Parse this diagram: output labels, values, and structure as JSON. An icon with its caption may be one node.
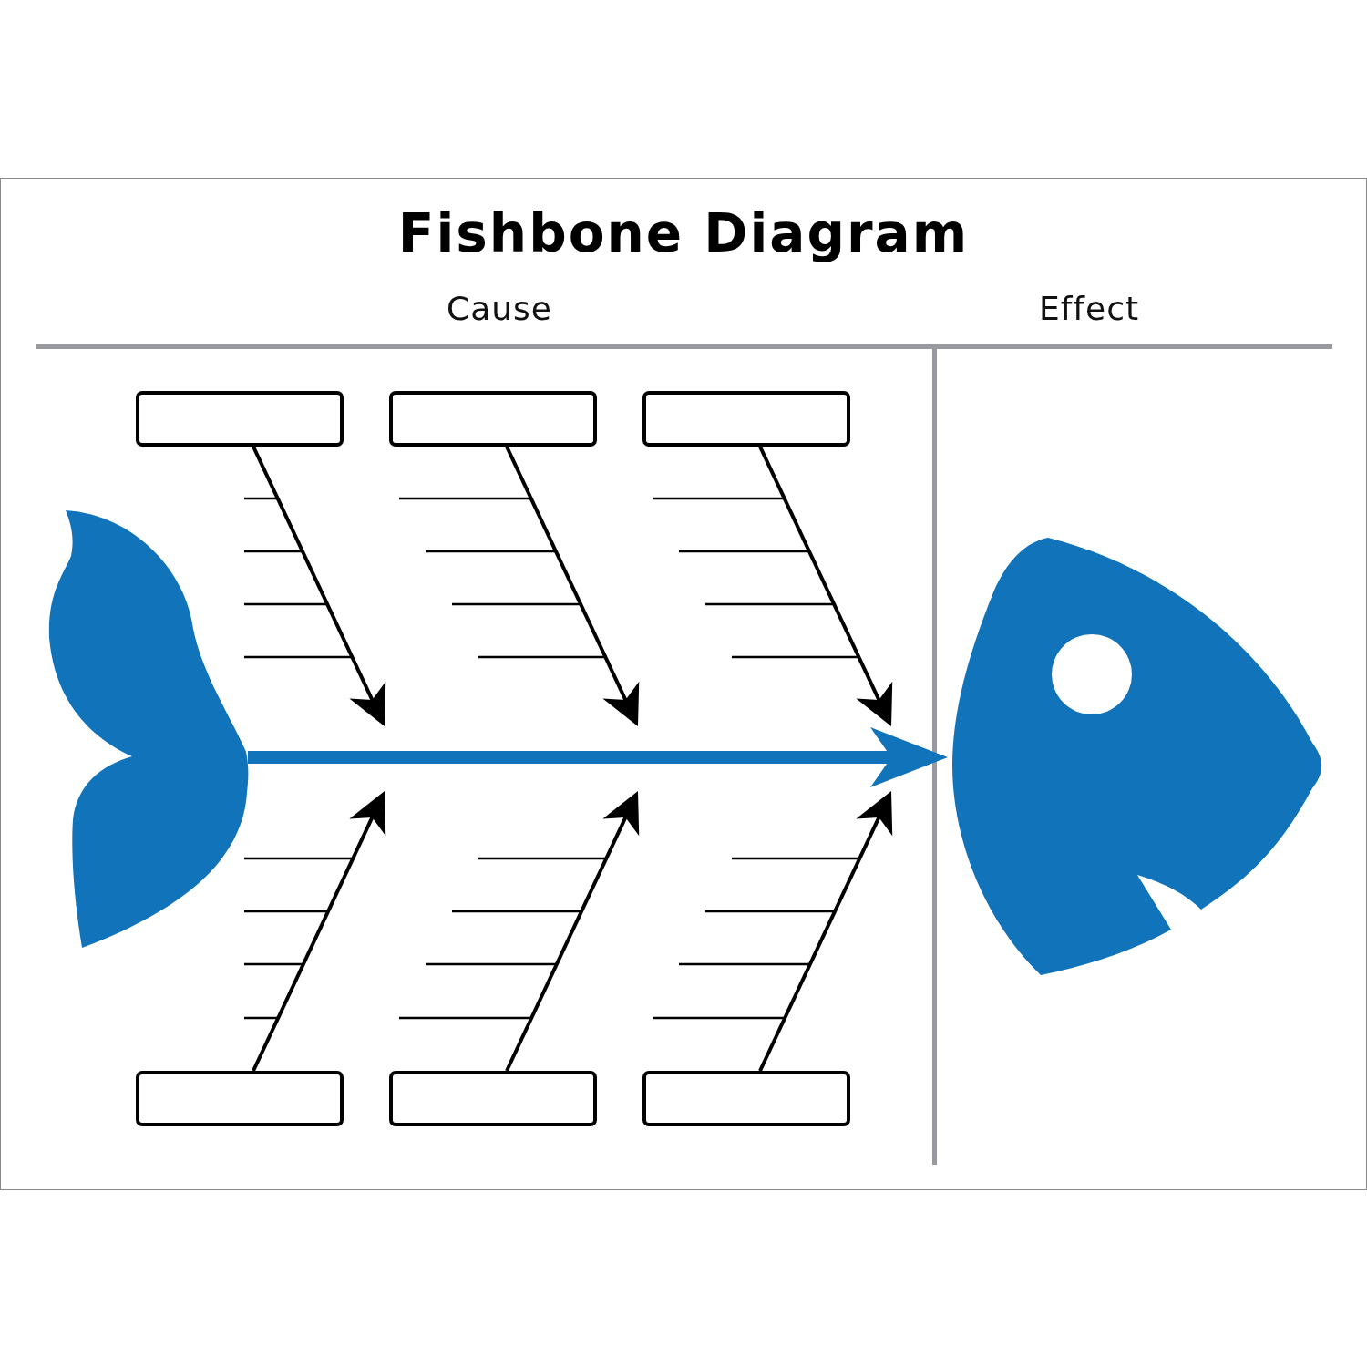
{
  "diagram": {
    "title": "Fishbone Diagram",
    "nodes": [
      {
        "text": [],
        "shape": "box"
      },
      {
        "text": [],
        "shape": "box"
      },
      {
        "text": [],
        "shape": "box"
      },
      {
        "text": [],
        "shape": "box"
      },
      {
        "text": [],
        "shape": "box"
      },
      {
        "text": [],
        "shape": "box"
      },
      {
        "text": [],
        "shape": "picture"
      },
      {
        "text": [],
        "shape": "picture"
      }
    ],
    "edges": [
      {
        "from": 6,
        "to": 7,
        "arrow": "to",
        "style": "thick",
        "color": "#1174bb"
      },
      {
        "from": 0,
        "to": null,
        "arrow": "to"
      },
      {
        "from": 1,
        "to": null,
        "arrow": "to"
      },
      {
        "from": 2,
        "to": null,
        "arrow": "to"
      },
      {
        "from": 3,
        "to": null,
        "arrow": "to"
      },
      {
        "from": 4,
        "to": null,
        "arrow": "to"
      },
      {
        "from": 5,
        "to": null,
        "arrow": "to"
      }
    ],
    "labels": [
      "Cause",
      "Effect"
    ]
  }
}
